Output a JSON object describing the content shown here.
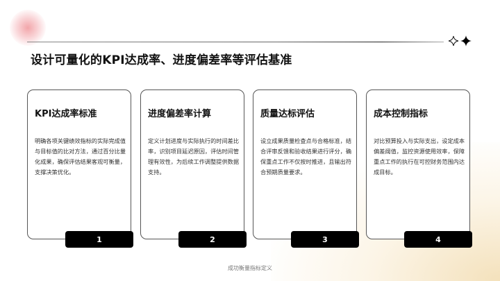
{
  "header": {
    "title": "设计可量化的KPI达成率、进度偏差率等评估基准",
    "decor_icons": [
      "sparkle-outline-icon",
      "sparkle-filled-icon"
    ]
  },
  "cards": [
    {
      "title": "KPI达成率标准",
      "body": "明确各项关键绩效指标的实际完成值与目标值的比对方法，通过百分比量化成果，确保评估结果客观可衡量，支撑决策优化。",
      "number": "1"
    },
    {
      "title": "进度偏差率计算",
      "body": "定义计划进度与实际执行的时间差比率，识别项目延迟原因，评估时间管理有效性，为后续工作调整提供数据支持。",
      "number": "2"
    },
    {
      "title": "质量达标评估",
      "body": "设立成果质量检查点与合格标准，结合评审反馈和验收结果进行评分，确保重点工作不仅按时推进，且输出符合预期质量要求。",
      "number": "3"
    },
    {
      "title": "成本控制指标",
      "body": "对比预算投入与实际支出，设定成本偏差阈值，监控资源使用效率，保障重点工作的执行在可控财务范围内达成目标。",
      "number": "4"
    }
  ],
  "footer": {
    "text": "成功衡量指标定义"
  },
  "colors": {
    "accent_pink": "#f0969b",
    "accent_warm": "#f0d7a5",
    "badge_bg": "#000000",
    "text": "#111111"
  }
}
